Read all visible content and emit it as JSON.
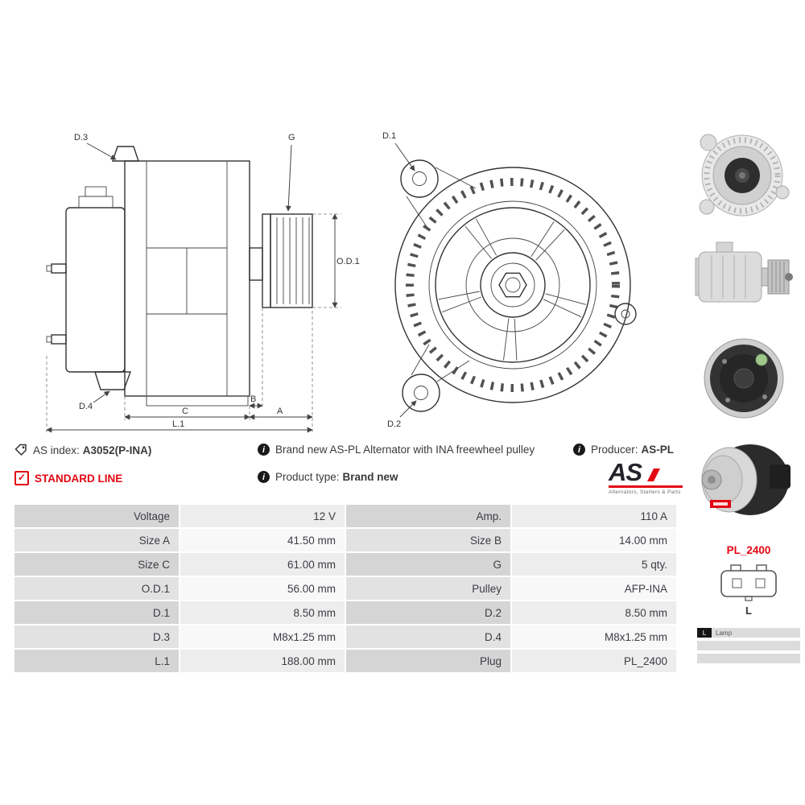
{
  "info": {
    "as_index_label": "AS index:",
    "as_index_value": "A3052(P-INA)",
    "description": "Brand new AS-PL Alternator with INA freewheel pulley",
    "producer_label": "Producer:",
    "producer_value": "AS-PL",
    "standard_line_label": "STANDARD LINE",
    "product_type_label": "Product type:",
    "product_type_value": "Brand new"
  },
  "logo": {
    "brand": "AS",
    "tagline": "Alternators, Starters & Parts"
  },
  "colors": {
    "accent_red": "#e30613",
    "table_label_bg": "#d5d5d5",
    "table_value_bg": "#ededed",
    "text": "#3c3c44"
  },
  "spec_table": {
    "rows": [
      {
        "label1": "Voltage",
        "value1": "12 V",
        "label2": "Amp.",
        "value2": "110 A"
      },
      {
        "label1": "Size A",
        "value1": "41.50 mm",
        "label2": "Size B",
        "value2": "14.00 mm"
      },
      {
        "label1": "Size C",
        "value1": "61.00 mm",
        "label2": "G",
        "value2": "5 qty."
      },
      {
        "label1": "O.D.1",
        "value1": "56.00 mm",
        "label2": "Pulley",
        "value2": "AFP-INA"
      },
      {
        "label1": "D.1",
        "value1": "8.50 mm",
        "label2": "D.2",
        "value2": "8.50 mm"
      },
      {
        "label1": "D.3",
        "value1": "M8x1.25 mm",
        "label2": "D.4",
        "value2": "M8x1.25 mm"
      },
      {
        "label1": "L.1",
        "value1": "188.00 mm",
        "label2": "Plug",
        "value2": "PL_2400"
      }
    ]
  },
  "plug": {
    "code": "PL_2400",
    "pin_label": "L",
    "legend": {
      "pin": "L",
      "description": "Lamp"
    }
  },
  "drawing": {
    "side_view": {
      "d3": "D.3",
      "g": "G",
      "od1": "O.D.1",
      "d4": "D.4",
      "c": "C",
      "b": "B",
      "a": "A",
      "l1": "L.1"
    },
    "front_view": {
      "d1": "D.1",
      "d2": "D.2"
    }
  }
}
